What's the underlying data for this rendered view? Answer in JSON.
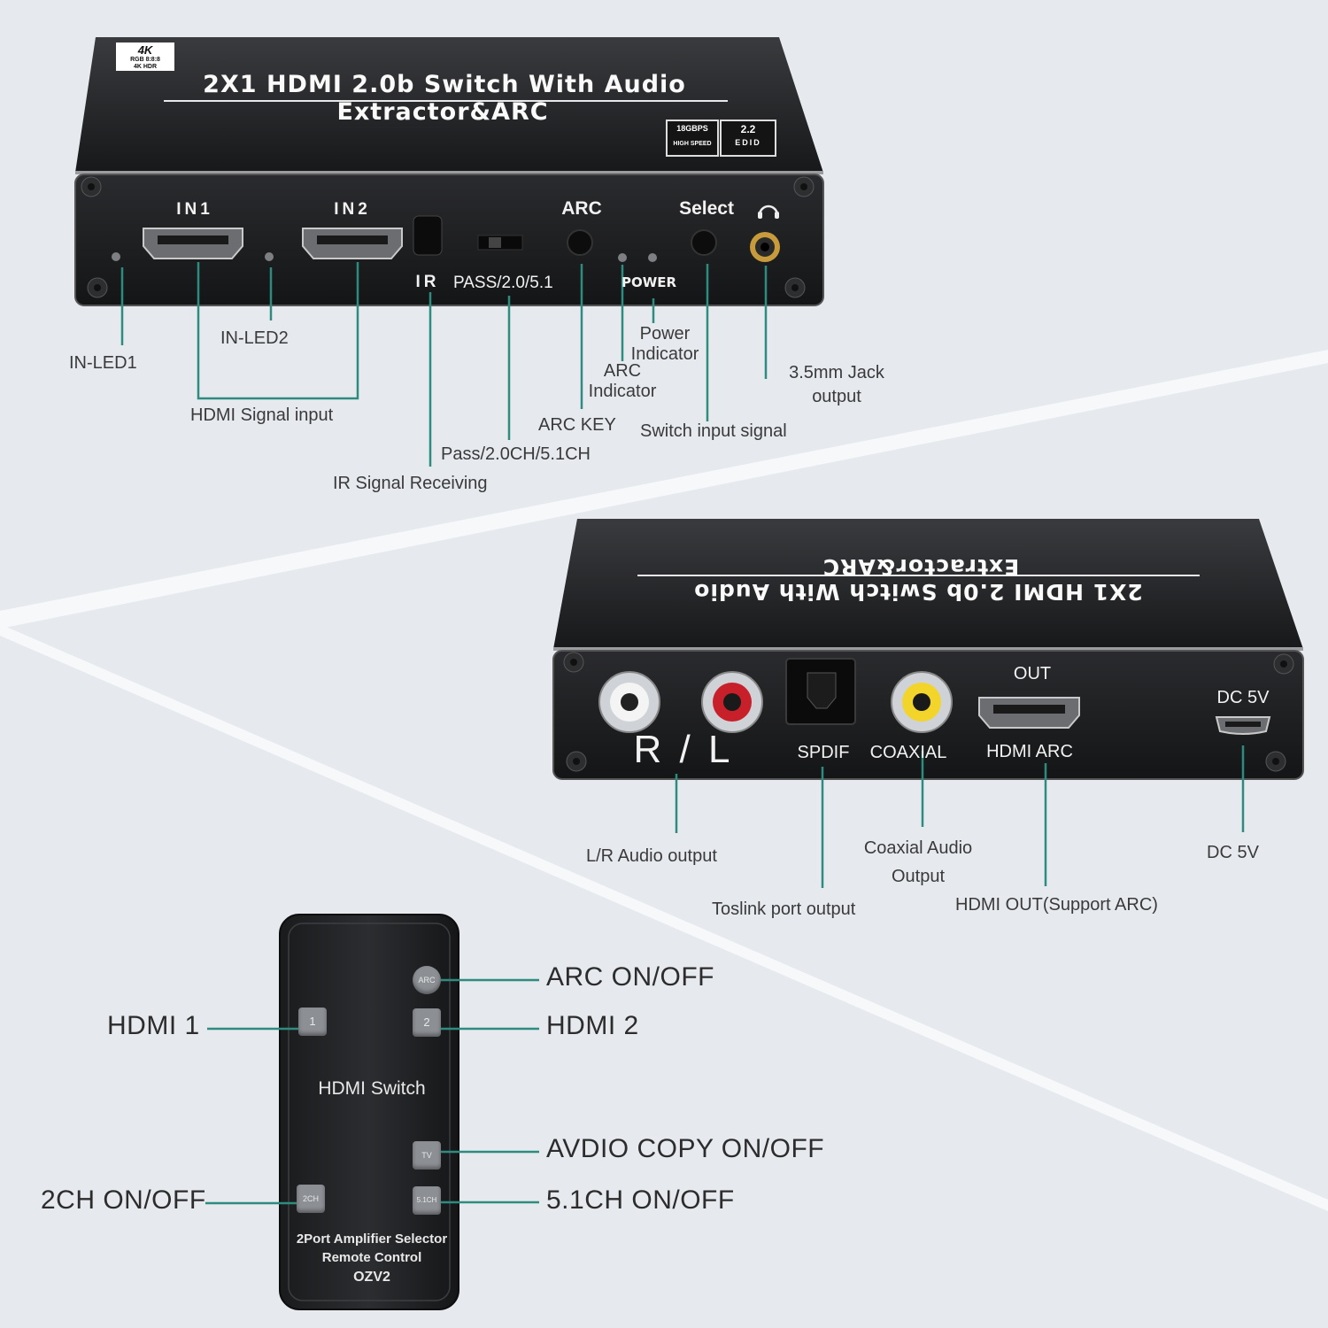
{
  "front_panel": {
    "title_line1": "2X1 HDMI 2.0b Switch With Audio",
    "title_line2": "Extractor&ARC",
    "badge_4k": "4K",
    "badge_rgb": "RGB 8:8:8",
    "badge_hdr": "4K HDR",
    "badge_speed": "18GBPS",
    "badge_highspeed": "HIGH SPEED",
    "badge_edid_num": "2.2",
    "badge_edid": "EDID",
    "port_in1": "IN1",
    "port_in2": "IN2",
    "label_arc": "ARC",
    "label_select": "Select",
    "label_ir": "IR",
    "label_pass": "PASS/2.0/5.1",
    "label_power": "POWER"
  },
  "front_callouts": {
    "in_led1": "IN-LED1",
    "in_led2": "IN-LED2",
    "hdmi_signal_input": "HDMI Signal input",
    "ir_signal": "IR Signal Receiving",
    "pass": "Pass/2.0CH/5.1CH",
    "arc_key": "ARC KEY",
    "arc_indicator_1": "ARC",
    "arc_indicator_2": "Indicator",
    "power_indicator_1": "Power",
    "power_indicator_2": "Indicator",
    "switch_input": "Switch input signal",
    "jack_1": "3.5mm Jack",
    "jack_2": "output"
  },
  "rear_panel": {
    "label_rl": "R / L",
    "label_spdif": "SPDIF",
    "label_coaxial": "COAXIAL",
    "label_out": "OUT",
    "label_hdmi_arc": "HDMI ARC",
    "label_dc": "DC 5V"
  },
  "rear_callouts": {
    "lr_audio": "L/R Audio output",
    "toslink": "Toslink port output",
    "coaxial_1": "Coaxial Audio",
    "coaxial_2": "Output",
    "hdmi_out": "HDMI OUT(Support ARC)",
    "dc": "DC 5V"
  },
  "remote": {
    "btn_arc": "ARC",
    "btn_1": "1",
    "btn_2": "2",
    "btn_tv": "TV",
    "btn_2ch": "2CH",
    "btn_51ch": "5.1CH",
    "center_label": "HDMI Switch",
    "footer_1": "2Port Amplifier Selector",
    "footer_2": "Remote Control",
    "footer_3": "OZV2"
  },
  "remote_callouts": {
    "arc": "ARC ON/OFF",
    "hdmi1": "HDMI 1",
    "hdmi2": "HDMI 2",
    "avdio": "AVDIO COPY ON/OFF",
    "ch2": "2CH ON/OFF",
    "ch51": "5.1CH ON/OFF"
  },
  "colors": {
    "leader": "#2e8b7f",
    "body": "#1d1e20",
    "accent_red": "#c8202a",
    "accent_yellow": "#f2d42b"
  }
}
